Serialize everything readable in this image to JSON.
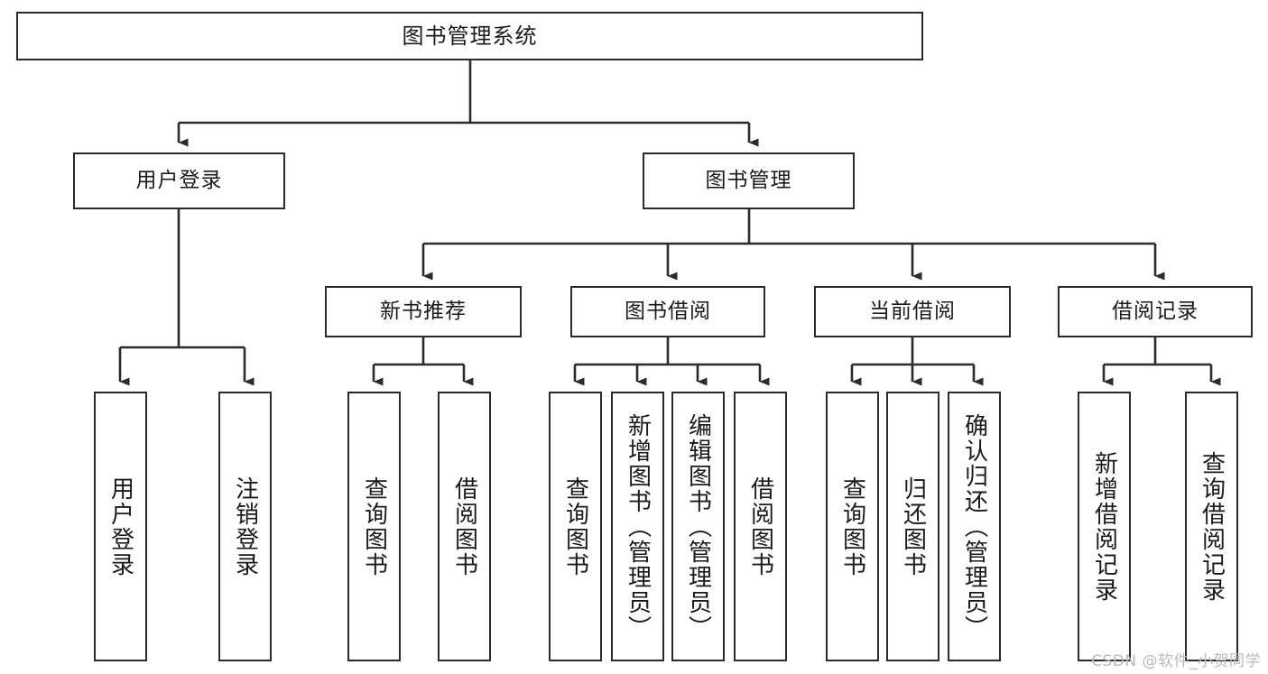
{
  "diagram": {
    "title": "图书管理系统",
    "type": "tree-hierarchy",
    "watermark": "CSDN @软件_小贺同学",
    "colors": {
      "border": "#2b2b2b",
      "background": "#ffffff",
      "text": "#1a1a1a",
      "watermark": "#b9b9b9"
    },
    "root": {
      "label": "图书管理系统"
    },
    "level2": [
      {
        "label": "用户登录"
      },
      {
        "label": "图书管理"
      }
    ],
    "level3": [
      {
        "label": "新书推荐"
      },
      {
        "label": "图书借阅"
      },
      {
        "label": "当前借阅"
      },
      {
        "label": "借阅记录"
      }
    ],
    "leaves": {
      "user_login": [
        {
          "label": "用户登录"
        },
        {
          "label": "注销登录"
        }
      ],
      "new_book_recommend": [
        {
          "label": "查询图书"
        },
        {
          "label": "借阅图书"
        }
      ],
      "book_borrow": [
        {
          "label": "查询图书"
        },
        {
          "label": "新增图书（管理员）"
        },
        {
          "label": "编辑图书（管理员）"
        },
        {
          "label": "借阅图书"
        }
      ],
      "current_borrow": [
        {
          "label": "查询图书"
        },
        {
          "label": "归还图书"
        },
        {
          "label": "确认归还（管理员）"
        }
      ],
      "borrow_record": [
        {
          "label": "新增借阅记录"
        },
        {
          "label": "查询借阅记录"
        }
      ]
    }
  }
}
